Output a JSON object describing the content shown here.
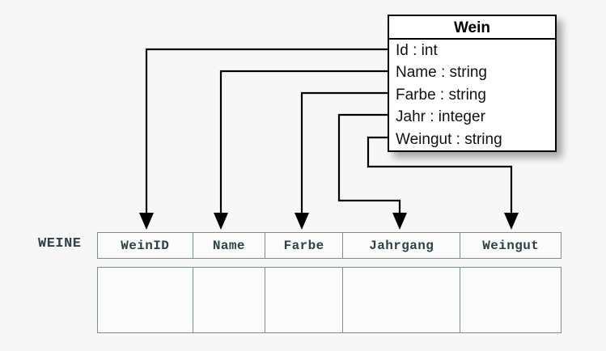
{
  "diagram": {
    "kind": "uml-to-relational-mapping",
    "background_color": "#f7f7f7",
    "line_color": "#000000"
  },
  "uml_class": {
    "name": "Wein",
    "border_color": "#000000",
    "fill_color": "#ffffff",
    "attributes": [
      {
        "label": "Id : int",
        "name": "Id",
        "type": "int"
      },
      {
        "label": "Name : string",
        "name": "Name",
        "type": "string"
      },
      {
        "label": "Farbe : string",
        "name": "Farbe",
        "type": "string"
      },
      {
        "label": "Jahr : integer",
        "name": "Jahr",
        "type": "integer"
      },
      {
        "label": "Weingut : string",
        "name": "Weingut",
        "type": "string"
      }
    ]
  },
  "relational_table": {
    "label": "WEINE",
    "label_color": "#2e4149",
    "border_color": "#7d8b92",
    "columns": [
      {
        "header": "WeinID"
      },
      {
        "header": "Name"
      },
      {
        "header": "Farbe"
      },
      {
        "header": "Jahrgang"
      },
      {
        "header": "Weingut"
      }
    ],
    "rows": [
      {
        "cells": [
          "",
          "",
          "",
          "",
          ""
        ]
      }
    ]
  },
  "mappings": [
    {
      "from": "Id",
      "to": "WeinID"
    },
    {
      "from": "Name",
      "to": "Name"
    },
    {
      "from": "Farbe",
      "to": "Farbe"
    },
    {
      "from": "Jahr",
      "to": "Jahrgang"
    },
    {
      "from": "Weingut",
      "to": "Weingut"
    }
  ]
}
